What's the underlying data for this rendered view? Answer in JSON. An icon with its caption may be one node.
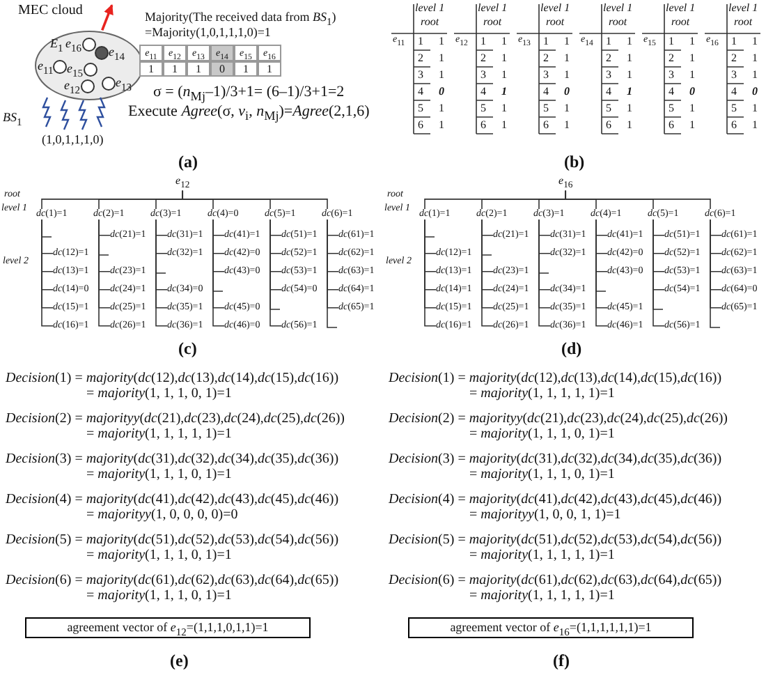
{
  "diagram": {
    "nodes": [
      {
        "text": [
          "*E*$_{1}$"
        ],
        "beside": [
          "MEC cloud"
        ]
      },
      {
        "text": [
          "*e*$_{11}$"
        ],
        "in": 0
      },
      {
        "text": [
          "*e*$_{12}$"
        ],
        "in": 0
      },
      {
        "text": [
          "*e*$_{13}$"
        ],
        "in": 0
      },
      {
        "text": [
          "*e*$_{14}$"
        ],
        "in": 0
      },
      {
        "text": [
          "*e*$_{15}$"
        ],
        "in": 0
      },
      {
        "text": [
          "*e*$_{16}$"
        ],
        "in": 0
      },
      {
        "text": [
          "*e*$_{12}$"
        ]
      },
      {
        "text": [
          "*dc*(1)=1"
        ]
      },
      {
        "text": [
          "*dc*(2)=1"
        ]
      },
      {
        "text": [
          "*dc*(3)=1"
        ]
      },
      {
        "text": [
          "*dc*(4)=0"
        ]
      },
      {
        "text": [
          "*dc*(5)=1"
        ]
      },
      {
        "text": [
          "*dc*(6)=1"
        ]
      },
      {
        "text": [
          "*dc*(12)=1"
        ]
      },
      {
        "text": [
          "*dc*(13)=1"
        ]
      },
      {
        "text": [
          "*dc*(14)=0"
        ]
      },
      {
        "text": [
          "*dc*(15)=1"
        ]
      },
      {
        "text": [
          "*dc*(16)=1"
        ]
      },
      {
        "text": [
          "*dc*(21)=1"
        ]
      },
      {
        "text": [
          "*dc*(23)=1"
        ]
      },
      {
        "text": [
          "*dc*(24)=1"
        ]
      },
      {
        "text": [
          "*dc*(25)=1"
        ]
      },
      {
        "text": [
          "*dc*(26)=1"
        ]
      },
      {
        "text": [
          "*dc*(31)=1"
        ]
      },
      {
        "text": [
          "*dc*(32)=1"
        ]
      },
      {
        "text": [
          "*dc*(34)=0"
        ]
      },
      {
        "text": [
          "*dc*(35)=1"
        ]
      },
      {
        "text": [
          "*dc*(36)=1"
        ]
      },
      {
        "text": [
          "*dc*(41)=1"
        ]
      },
      {
        "text": [
          "*dc*(42)=0"
        ]
      },
      {
        "text": [
          "*dc*(43)=0"
        ]
      },
      {
        "text": [
          "*dc*(45)=0"
        ]
      },
      {
        "text": [
          "*dc*(46)=0"
        ]
      },
      {
        "text": [
          "*dc*(51)=1"
        ]
      },
      {
        "text": [
          "*dc*(52)=1"
        ]
      },
      {
        "text": [
          "*dc*(53)=1"
        ]
      },
      {
        "text": [
          "*dc*(54)=0"
        ]
      },
      {
        "text": [
          "*dc*(56)=1"
        ]
      },
      {
        "text": [
          "*dc*(61)=1"
        ]
      },
      {
        "text": [
          "*dc*(62)=1"
        ]
      },
      {
        "text": [
          "*dc*(63)=1"
        ]
      },
      {
        "text": [
          "*dc*(64)=1"
        ]
      },
      {
        "text": [
          "*dc*(65)=1"
        ]
      },
      {
        "text": [
          "*e*$_{16}$"
        ]
      },
      {
        "text": [
          "*dc*(1)=1"
        ]
      },
      {
        "text": [
          "*dc*(2)=1"
        ]
      },
      {
        "text": [
          "*dc*(3)=1"
        ]
      },
      {
        "text": [
          "*dc*(4)=1"
        ]
      },
      {
        "text": [
          "*dc*(5)=1"
        ]
      },
      {
        "text": [
          "*dc*(6)=1"
        ]
      },
      {
        "text": [
          "*dc*(12)=1"
        ]
      },
      {
        "text": [
          "*dc*(13)=1"
        ]
      },
      {
        "text": [
          "*dc*(14)=1"
        ]
      },
      {
        "text": [
          "*dc*(15)=1"
        ]
      },
      {
        "text": [
          "*dc*(16)=1"
        ]
      },
      {
        "text": [
          "*dc*(21)=1"
        ]
      },
      {
        "text": [
          "*dc*(23)=1"
        ]
      },
      {
        "text": [
          "*dc*(24)=1"
        ]
      },
      {
        "text": [
          "*dc*(25)=1"
        ]
      },
      {
        "text": [
          "*dc*(26)=1"
        ]
      },
      {
        "text": [
          "*dc*(31)=1"
        ]
      },
      {
        "text": [
          "*dc*(32)=1"
        ]
      },
      {
        "text": [
          "*dc*(34)=1"
        ]
      },
      {
        "text": [
          "*dc*(35)=1"
        ]
      },
      {
        "text": [
          "*dc*(36)=1"
        ]
      },
      {
        "text": [
          "*dc*(41)=1"
        ]
      },
      {
        "text": [
          "*dc*(42)=0"
        ]
      },
      {
        "text": [
          "*dc*(43)=0"
        ]
      },
      {
        "text": [
          "*dc*(45)=1"
        ]
      },
      {
        "text": [
          "*dc*(46)=1"
        ]
      },
      {
        "text": [
          "*dc*(51)=1"
        ]
      },
      {
        "text": [
          "*dc*(52)=1"
        ]
      },
      {
        "text": [
          "*dc*(53)=1"
        ]
      },
      {
        "text": [
          "*dc*(54)=1"
        ]
      },
      {
        "text": [
          "*dc*(56)=1"
        ]
      },
      {
        "text": [
          "*dc*(61)=1"
        ]
      },
      {
        "text": [
          "*dc*(62)=1"
        ]
      },
      {
        "text": [
          "*dc*(63)=1"
        ]
      },
      {
        "text": [
          "*dc*(64)=0"
        ]
      },
      {
        "text": [
          "*dc*(65)=1"
        ]
      },
      {
        "text": [
          "agreement vector of *e*$_{12}$=(1,1,1,0,1,1)=1"
        ]
      },
      {
        "text": [
          "agreement vector of *e*$_{16}$=(1,1,1,1,1,1)=1"
        ]
      }
    ],
    "edges": [
      {
        "from": 0,
        "to": null,
        "arrow": "to",
        "color": "#e8231f"
      },
      {
        "from": 7,
        "to": 8,
        "arrow": "none"
      },
      {
        "from": 7,
        "to": 9,
        "arrow": "none"
      },
      {
        "from": 7,
        "to": 10,
        "arrow": "none"
      },
      {
        "from": 7,
        "to": 11,
        "arrow": "none"
      },
      {
        "from": 7,
        "to": 12,
        "arrow": "none"
      },
      {
        "from": 7,
        "to": 13,
        "arrow": "none"
      },
      {
        "from": 8,
        "to": 14,
        "arrow": "none"
      },
      {
        "from": 8,
        "to": 15,
        "arrow": "none"
      },
      {
        "from": 8,
        "to": 16,
        "arrow": "none"
      },
      {
        "from": 8,
        "to": 17,
        "arrow": "none"
      },
      {
        "from": 8,
        "to": 18,
        "arrow": "none"
      },
      {
        "from": 9,
        "to": 19,
        "arrow": "none"
      },
      {
        "from": 9,
        "to": 20,
        "arrow": "none"
      },
      {
        "from": 9,
        "to": 21,
        "arrow": "none"
      },
      {
        "from": 9,
        "to": 22,
        "arrow": "none"
      },
      {
        "from": 9,
        "to": 23,
        "arrow": "none"
      },
      {
        "from": 10,
        "to": 24,
        "arrow": "none"
      },
      {
        "from": 10,
        "to": 25,
        "arrow": "none"
      },
      {
        "from": 10,
        "to": 26,
        "arrow": "none"
      },
      {
        "from": 10,
        "to": 27,
        "arrow": "none"
      },
      {
        "from": 10,
        "to": 28,
        "arrow": "none"
      },
      {
        "from": 11,
        "to": 29,
        "arrow": "none"
      },
      {
        "from": 11,
        "to": 30,
        "arrow": "none"
      },
      {
        "from": 11,
        "to": 31,
        "arrow": "none"
      },
      {
        "from": 11,
        "to": 32,
        "arrow": "none"
      },
      {
        "from": 11,
        "to": 33,
        "arrow": "none"
      },
      {
        "from": 12,
        "to": 34,
        "arrow": "none"
      },
      {
        "from": 12,
        "to": 35,
        "arrow": "none"
      },
      {
        "from": 12,
        "to": 36,
        "arrow": "none"
      },
      {
        "from": 12,
        "to": 37,
        "arrow": "none"
      },
      {
        "from": 12,
        "to": 38,
        "arrow": "none"
      },
      {
        "from": 13,
        "to": 39,
        "arrow": "none"
      },
      {
        "from": 13,
        "to": 40,
        "arrow": "none"
      },
      {
        "from": 13,
        "to": 41,
        "arrow": "none"
      },
      {
        "from": 13,
        "to": 42,
        "arrow": "none"
      },
      {
        "from": 13,
        "to": 43,
        "arrow": "none"
      },
      {
        "from": 44,
        "to": 45,
        "arrow": "none"
      },
      {
        "from": 44,
        "to": 46,
        "arrow": "none"
      },
      {
        "from": 44,
        "to": 47,
        "arrow": "none"
      },
      {
        "from": 44,
        "to": 48,
        "arrow": "none"
      },
      {
        "from": 44,
        "to": 49,
        "arrow": "none"
      },
      {
        "from": 44,
        "to": 50,
        "arrow": "none"
      },
      {
        "from": 45,
        "to": 51,
        "arrow": "none"
      },
      {
        "from": 45,
        "to": 52,
        "arrow": "none"
      },
      {
        "from": 45,
        "to": 53,
        "arrow": "none"
      },
      {
        "from": 45,
        "to": 54,
        "arrow": "none"
      },
      {
        "from": 45,
        "to": 55,
        "arrow": "none"
      },
      {
        "from": 46,
        "to": 56,
        "arrow": "none"
      },
      {
        "from": 46,
        "to": 57,
        "arrow": "none"
      },
      {
        "from": 46,
        "to": 58,
        "arrow": "none"
      },
      {
        "from": 46,
        "to": 59,
        "arrow": "none"
      },
      {
        "from": 46,
        "to": 60,
        "arrow": "none"
      },
      {
        "from": 47,
        "to": 61,
        "arrow": "none"
      },
      {
        "from": 47,
        "to": 62,
        "arrow": "none"
      },
      {
        "from": 47,
        "to": 63,
        "arrow": "none"
      },
      {
        "from": 47,
        "to": 64,
        "arrow": "none"
      },
      {
        "from": 47,
        "to": 65,
        "arrow": "none"
      },
      {
        "from": 48,
        "to": 66,
        "arrow": "none"
      },
      {
        "from": 48,
        "to": 67,
        "arrow": "none"
      },
      {
        "from": 48,
        "to": 68,
        "arrow": "none"
      },
      {
        "from": 48,
        "to": 69,
        "arrow": "none"
      },
      {
        "from": 48,
        "to": 70,
        "arrow": "none"
      },
      {
        "from": 49,
        "to": 71,
        "arrow": "none"
      },
      {
        "from": 49,
        "to": 72,
        "arrow": "none"
      },
      {
        "from": 49,
        "to": 73,
        "arrow": "none"
      },
      {
        "from": 49,
        "to": 74,
        "arrow": "none"
      },
      {
        "from": 49,
        "to": 75,
        "arrow": "none"
      },
      {
        "from": 50,
        "to": 76,
        "arrow": "none"
      },
      {
        "from": 50,
        "to": 77,
        "arrow": "none"
      },
      {
        "from": 50,
        "to": 78,
        "arrow": "none"
      },
      {
        "from": 50,
        "to": 79,
        "arrow": "none"
      },
      {
        "from": 50,
        "to": 80,
        "arrow": "none"
      }
    ],
    "labels": [
      "Majority(The received data from *BS*$_{1}$)",
      "=Majority(1,0,1,1,1,0)=1",
      "*e*$_{11}$",
      "*e*$_{12}$",
      "*e*$_{13}$",
      "*e*$_{14}$",
      "*e*$_{15}$",
      "*e*$_{16}$",
      "1",
      "1",
      "1",
      "0",
      "1",
      "1",
      "σ = (*n*$_{Mj}$–1)/3+1= (6–1)/3+1=2",
      "*BS*$_{1}$",
      "Execute *Agree*(σ, *v*$_{i}$, *n*$_{Mj}$)=*Agree*(2,1,6)",
      "(1,0,1,1,1,0)",
      "(a)",
      "level 1",
      "root",
      "*e*$_{11}$",
      "1",
      "1",
      "2",
      "1",
      "3",
      "1",
      "4",
      "0",
      "5",
      "1",
      "6",
      "1",
      "level 1",
      "root",
      "*e*$_{12}$",
      "1",
      "1",
      "2",
      "1",
      "3",
      "1",
      "4",
      "1",
      "5",
      "1",
      "6",
      "1",
      "level 1",
      "root",
      "*e*$_{13}$",
      "1",
      "1",
      "2",
      "1",
      "3",
      "1",
      "4",
      "0",
      "5",
      "1",
      "6",
      "1",
      "level 1",
      "root",
      "*e*$_{14}$",
      "1",
      "1",
      "2",
      "1",
      "3",
      "1",
      "4",
      "1",
      "5",
      "1",
      "6",
      "1",
      "level 1",
      "root",
      "*e*$_{15}$",
      "1",
      "1",
      "2",
      "1",
      "3",
      "1",
      "4",
      "0",
      "5",
      "1",
      "6",
      "1",
      "level 1",
      "root",
      "*e*$_{16}$",
      "1",
      "1",
      "2",
      "1",
      "3",
      "1",
      "4",
      "0",
      "5",
      "1",
      "6",
      "1",
      "(b)",
      "root",
      "level 1",
      "level 2",
      "(c)",
      "root",
      "level 1",
      "level 2",
      "(d)",
      "*Decision*(1) = *majority*(*dc*(12),*dc*(13),*dc*(14),*dc*(15),*dc*(16))",
      "= *majority*(1, 1, 1, 0, 1)=1",
      "*Decision*(2) = *majorityy*(*dc*(21),*dc*(23),*dc*(24),*dc*(25),*dc*(26))",
      "= *majority*(1, 1, 1, 1, 1)=1",
      "*Decision*(3) = *majority*(*dc*(31),*dc*(32),*dc*(34),*dc*(35),*dc*(36))",
      "= *majority*(1, 1, 1, 0, 1)=1",
      "*Decision*(4) = *majority*(*dc*(41),*dc*(42),*dc*(43),*dc*(45),*dc*(46))",
      "= *majorityy*(1, 0, 0, 0, 0)=0",
      "*Decision*(5) = *majority*(*dc*(51),*dc*(52),*dc*(53),*dc*(54),*dc*(56))",
      "= *majority*(1, 1, 1, 0, 1)=1",
      "*Decision*(6) = *majority*(*dc*(61),*dc*(62),*dc*(63),*dc*(64),*dc*(65))",
      "= *majority*(1, 1, 1, 0, 1)=1",
      "(e)",
      "*Decision*(1) = *majority*(*dc*(12),*dc*(13),*dc*(14),*dc*(15),*dc*(16))",
      "= *majority*(1, 1, 1, 1, 1)=1",
      "*Decision*(2) = *majorityy*(*dc*(21),*dc*(23),*dc*(24),*dc*(25),*dc*(26))",
      "= *majority*(1, 1, 1, 0, 1)=1",
      "*Decision*(3) = *majority*(*dc*(31),*dc*(32),*dc*(34),*dc*(35),*dc*(36))",
      "= *majority*(1, 1, 1, 0, 1)=1",
      "*Decision*(4) = *majority*(*dc*(41),*dc*(42),*dc*(43),*dc*(45),*dc*(46))",
      "= *majorityy*(1, 0, 0, 1, 1)=1",
      "*Decision*(5) = *majority*(*dc*(51),*dc*(52),*dc*(53),*dc*(54),*dc*(56))",
      "= *majority*(1, 1, 1, 1, 1)=1",
      "*Decision*(6) = *majority*(*dc*(61),*dc*(62),*dc*(63),*dc*(64),*dc*(65))",
      "= *majority*(1, 1, 1, 1, 1)=1",
      "(f)"
    ]
  }
}
